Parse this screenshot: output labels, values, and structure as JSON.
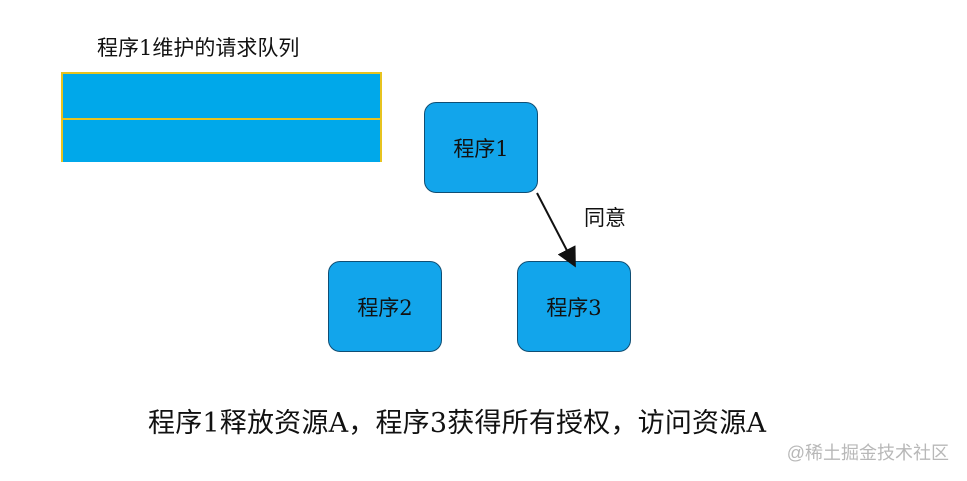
{
  "queue": {
    "title": "程序1维护的请求队列",
    "rows": 2
  },
  "nodes": {
    "node1": "程序1",
    "node2": "程序2",
    "node3": "程序3"
  },
  "edge": {
    "label": "同意"
  },
  "caption": "程序1释放资源A，程序3获得所有授权，访问资源A",
  "watermark": "@稀土掘金技术社区",
  "colors": {
    "node_fill": "#12a5eb",
    "node_border": "#0f4e74",
    "queue_fill": "#00a8ea",
    "queue_border": "#e7c31f",
    "text": "#111111",
    "watermark": "#b8b8b8"
  }
}
